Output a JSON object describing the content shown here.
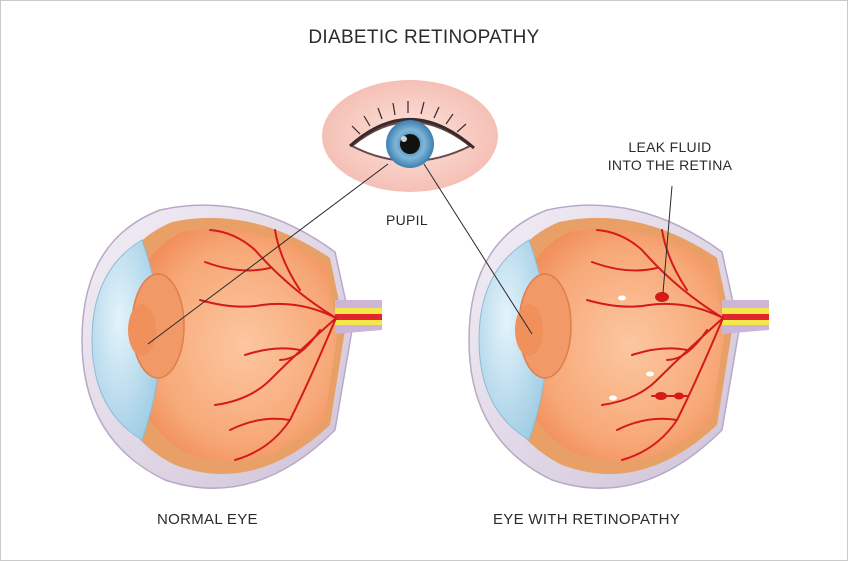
{
  "title": "DIABETIC RETINOPATHY",
  "labels": {
    "pupil": "PUPIL",
    "leak_line1": "LEAK FLUID",
    "leak_line2": "INTO THE RETINA",
    "normal_eye": "NORMAL EYE",
    "eye_with_retinopathy": "EYE WITH RETINOPATHY"
  },
  "colors": {
    "background": "#ffffff",
    "sclera_outer": "#e9e2ee",
    "choroid": "#e8a06a",
    "retina": "#f7a877",
    "retina_light": "#fbc39a",
    "cornea": "#bfe0ef",
    "lens": "#f19a68",
    "vessel": "#d51a1a",
    "optic_nerve_red": "#e3262d",
    "optic_nerve_yellow": "#f5e84a",
    "iris": "#7fb6d8",
    "skin": "#f6c7bf"
  }
}
